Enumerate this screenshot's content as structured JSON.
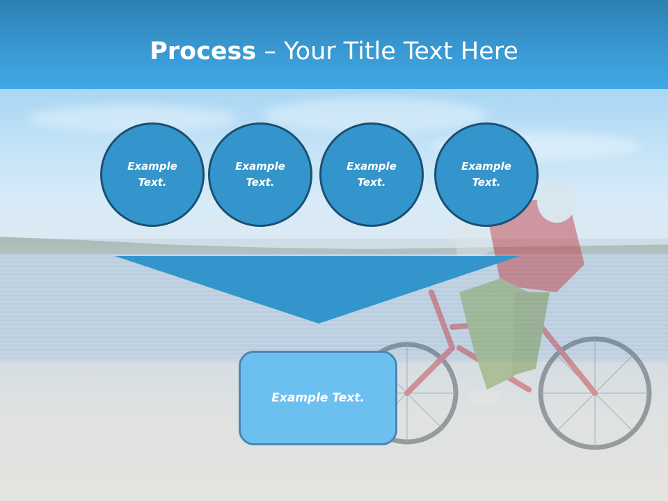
{
  "slide": {
    "title": {
      "bold_part": "Process",
      "rest_part": " – Your Title Text Here"
    },
    "steps": [
      {
        "label": "Example Text."
      },
      {
        "label": "Example Text."
      },
      {
        "label": "Example Text."
      },
      {
        "label": "Example Text."
      }
    ],
    "result": {
      "label": "Example Text."
    },
    "colors": {
      "header_top": "#2d7fb1",
      "header_bottom": "#40a9e6",
      "circle_fill": "#3395cc",
      "circle_border": "#1b4f72",
      "funnel_fill": "#3395cc",
      "result_fill": "#6cc0f0",
      "result_border": "#4a87b3",
      "text": "#ffffff"
    },
    "background_image": "cyclist-on-beach-photo"
  }
}
